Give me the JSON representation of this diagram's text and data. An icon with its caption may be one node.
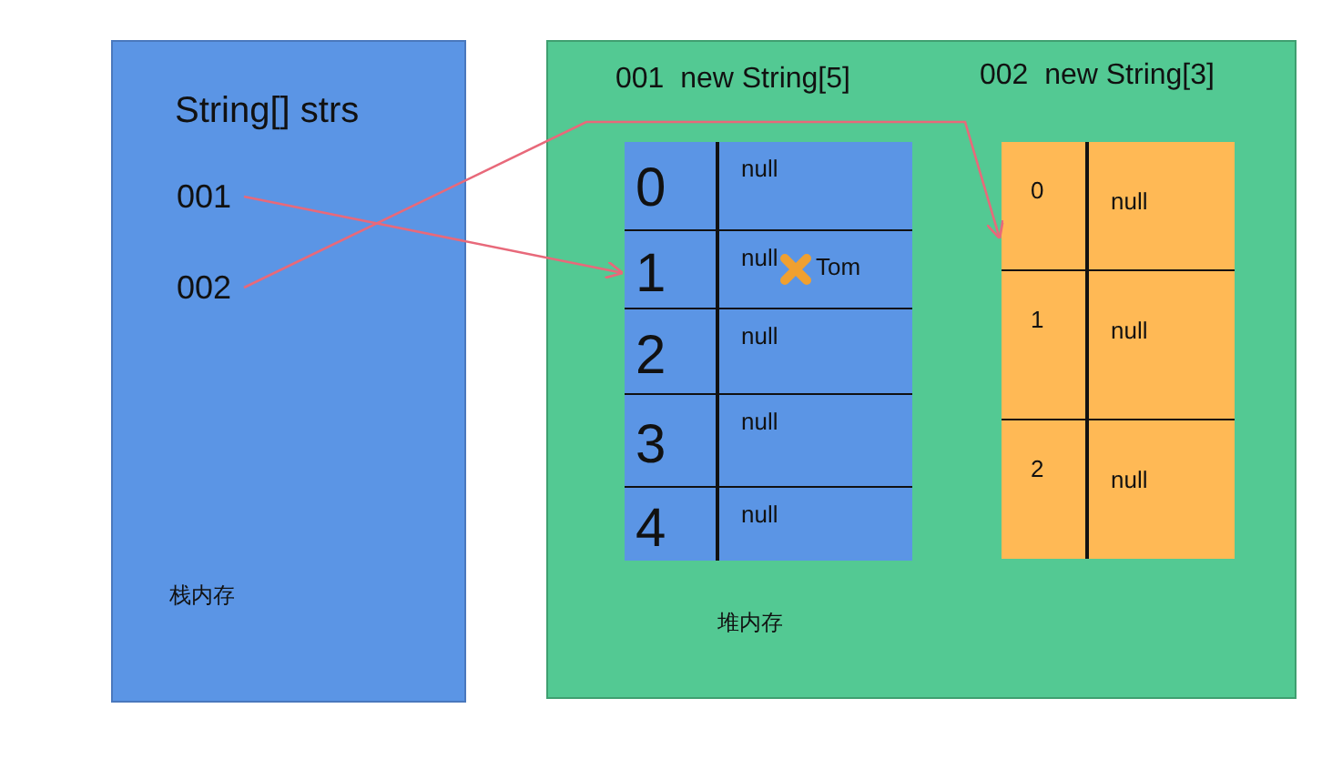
{
  "diagram": {
    "nodes": [
      {
        "text": [
          "String[] strs",
          "栈内存"
        ]
      },
      {
        "text": [
          "001"
        ],
        "in": 0
      },
      {
        "text": [
          "002"
        ],
        "in": 0
      },
      {
        "text": [
          "堆内存"
        ]
      },
      {
        "text": [
          "001  new String[5]"
        ],
        "in": 3
      },
      {
        "text": [
          "0",
          "null"
        ],
        "in": 4
      },
      {
        "text": [
          "1",
          "null",
          "Tom"
        ],
        "in": 4
      },
      {
        "text": [
          "2",
          "null"
        ],
        "in": 4
      },
      {
        "text": [
          "3",
          "null"
        ],
        "in": 4
      },
      {
        "text": [
          "4",
          "null"
        ],
        "in": 4
      },
      {
        "text": [
          "002  new String[3]"
        ],
        "in": 3
      },
      {
        "text": [
          "0",
          "null"
        ],
        "in": 10
      },
      {
        "text": [
          "1",
          "null"
        ],
        "in": 10
      },
      {
        "text": [
          "2",
          "null"
        ],
        "in": 10
      }
    ],
    "edges": [
      {
        "from": 1,
        "to": 4,
        "arrow": "to"
      },
      {
        "from": 2,
        "to": 10,
        "arrow": "to"
      }
    ]
  }
}
